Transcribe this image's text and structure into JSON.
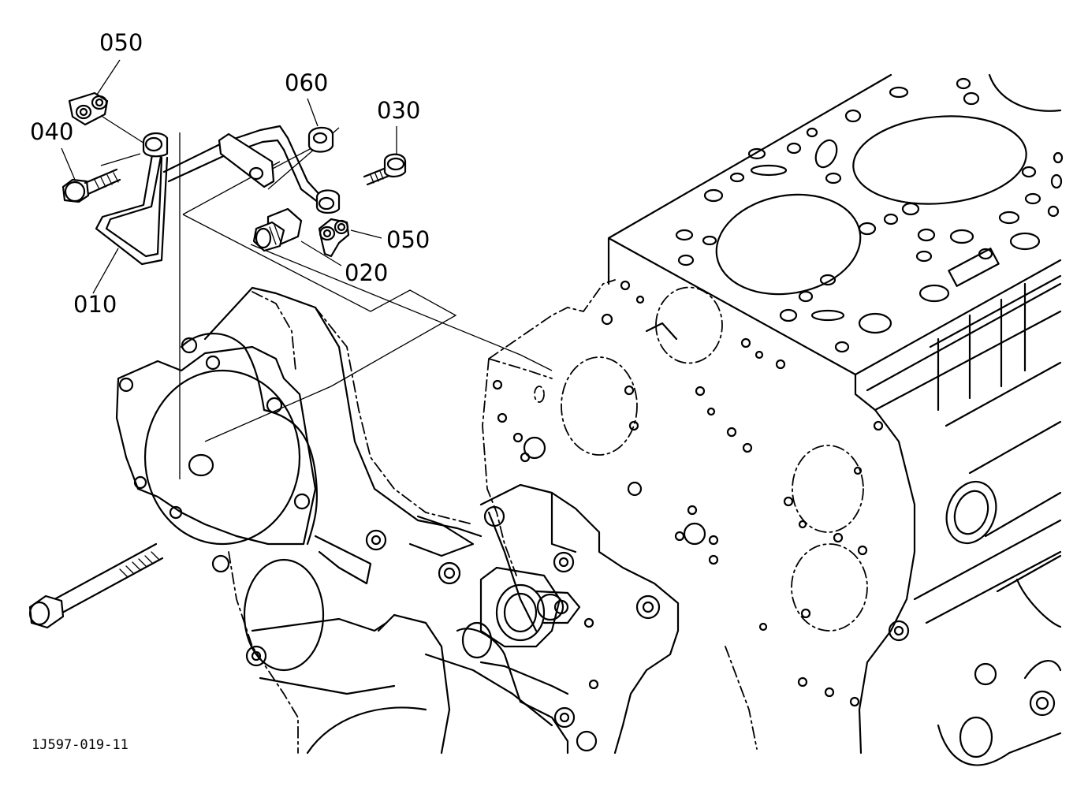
{
  "diagram": {
    "reference_code": "1J597-019-11",
    "part_labels": [
      {
        "id": "p050a",
        "text": "050"
      },
      {
        "id": "p060",
        "text": "060"
      },
      {
        "id": "p030",
        "text": "030"
      },
      {
        "id": "p040",
        "text": "040"
      },
      {
        "id": "p050b",
        "text": "050"
      },
      {
        "id": "p020",
        "text": "020"
      },
      {
        "id": "p010",
        "text": "010"
      }
    ]
  }
}
